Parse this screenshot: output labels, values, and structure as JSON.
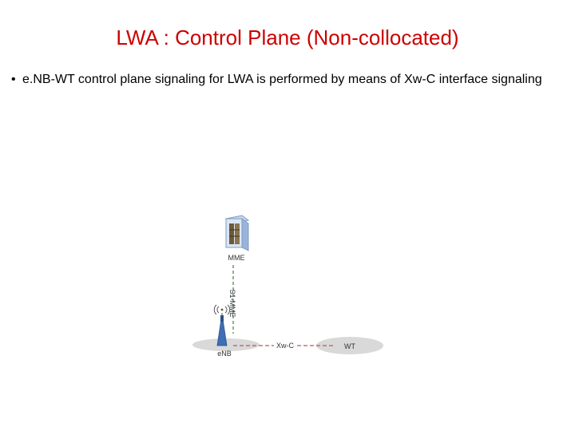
{
  "title": "LWA : Control Plane (Non-collocated)",
  "bullets": [
    "e.NB-WT control plane signaling for LWA is performed by means of Xw-C interface signaling"
  ],
  "diagram": {
    "mme_label": "MME",
    "s1_label": "S1-MME",
    "enb_label": "eNB",
    "xw_label": "Xw-C",
    "wt_label": "WT",
    "colors": {
      "dashed_line": "#b55a5a",
      "s1_line": "#4a7a4a",
      "mme_box": "#9ab4d8",
      "antenna": "#3d6fb5",
      "ellipse": "#d9d9d9"
    },
    "icons": [
      "server-icon",
      "antenna-icon",
      "signal-waves-icon"
    ]
  }
}
